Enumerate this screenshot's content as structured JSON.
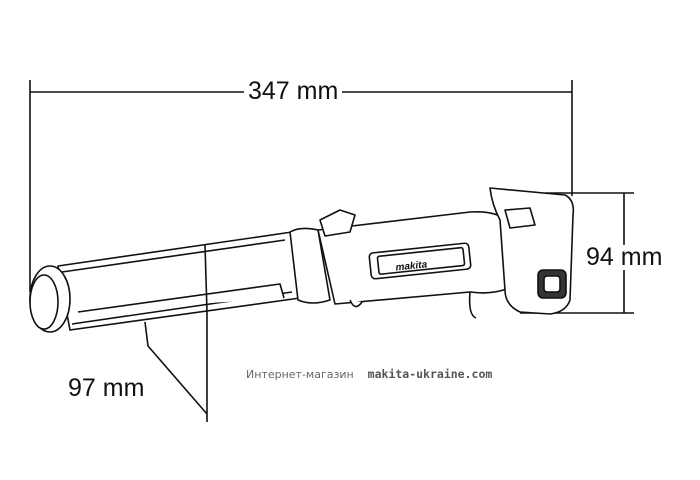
{
  "dimensions": {
    "length": "347 mm",
    "height": "94 mm",
    "nozzle_diameter": "97 mm"
  },
  "watermark": {
    "prefix": "Интернет-магазин",
    "site": "makita-ukraine.com"
  },
  "logo_text": "makita"
}
